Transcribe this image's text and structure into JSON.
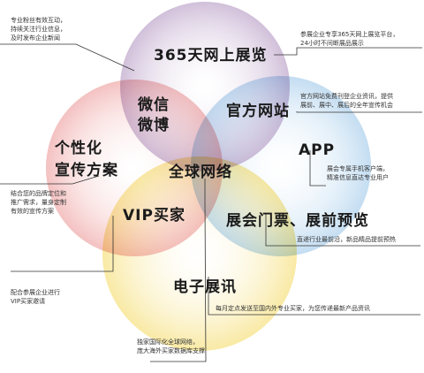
{
  "circles": [
    {
      "id": "top",
      "color": "#c9b4d3"
    },
    {
      "id": "left",
      "color": "#f2b6b6"
    },
    {
      "id": "right",
      "color": "#b9d7ef"
    },
    {
      "id": "bottom",
      "color": "#f8e79a"
    }
  ],
  "labels": {
    "expo365": "365天网上展览",
    "wechat_line1": "微信",
    "wechat_line2": "微博",
    "official_site": "官方网站",
    "personalized_line1": "个性化",
    "personalized_line2": "宣传方案",
    "global_network": "全球网络",
    "app": "APP",
    "vip": "VIP买家",
    "tickets": "展会门票、展前预览",
    "e_catalog": "电子展讯"
  },
  "notes": {
    "top_left": [
      "专业粉丝有效互动，",
      "持续关注行业信息，",
      "及时发布企业新闻"
    ],
    "top_right": [
      "参展企业专享365天网上展览平台，",
      "24小时不间断展品展示"
    ],
    "site": [
      "官方网站免费刊登企业资讯，提供",
      "展前、展中、展后的全年宣传机会"
    ],
    "app": [
      "展会专属手机客户端，",
      "精准信息直达专业用户"
    ],
    "personalized": [
      "结合您的品牌定位和",
      "推广需求，量身定制",
      "有效的宣传方案"
    ],
    "tickets": [
      "直递行业最前沿，新品精品提前预热"
    ],
    "vip": [
      "配合参展企业进行",
      "VIP买家邀请"
    ],
    "e_catalog": [
      "每月定点发送至国内外专业买家，为您传递最新产品资讯"
    ],
    "global": [
      "独家国际化全球网络，",
      "庞大海外买家数据库支撑"
    ]
  }
}
